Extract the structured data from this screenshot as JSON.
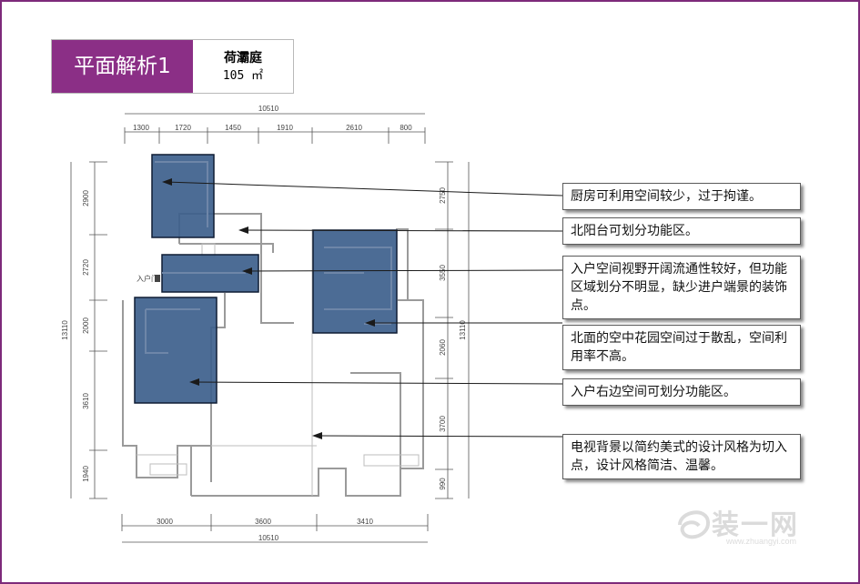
{
  "header": {
    "title": "平面解析1",
    "project_name": "荷灞庭",
    "area": "105 ㎡"
  },
  "dimensions": {
    "top": [
      "1300",
      "1720",
      "1450",
      "1910",
      "2610",
      "800"
    ],
    "top_total": "10510",
    "bottom": [
      "3000",
      "3600",
      "3410"
    ],
    "bottom_total": "10510",
    "left": [
      "2900",
      "2720",
      "2000",
      "3610",
      "1940"
    ],
    "left_total": "13110",
    "right": [
      "2750",
      "3550",
      "2060",
      "3700",
      "990"
    ],
    "right_total": "13110",
    "entrance_label": "入户门"
  },
  "notes": [
    "厨房可利用空间较少，过于拘谨。",
    "北阳台可划分功能区。",
    "入户空间视野开阔流通性较好，但功能区域划分不明显，缺少进户端景的装饰点。",
    "北面的空中花园空间过于散乱，空间利用率不高。",
    "入户右边空间可划分功能区。",
    "电视背景以简约美式的设计风格为切入点，设计风格简洁、温馨。"
  ],
  "watermark": {
    "text": "装一网",
    "url": "www.zhuangyi.com"
  },
  "colors": {
    "frame": "#7d2a7a",
    "title_bg": "#8b2f86",
    "highlight_fill": "#3d5f8c",
    "wall": "#9a9a9a"
  }
}
